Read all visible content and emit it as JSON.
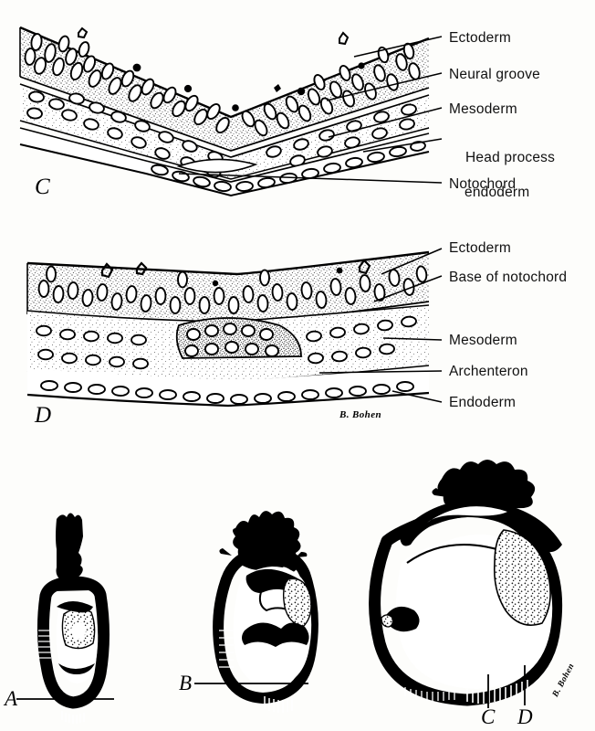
{
  "figure": {
    "type": "scientific-illustration",
    "subject": "Embryonic germ layer sections and whole-mount embryos",
    "background_color": "#fdfdfb",
    "ink_color": "#000000"
  },
  "panels": {
    "section_c": {
      "letter": "C",
      "labels": [
        {
          "id": "ectoderm",
          "text": "Ectoderm",
          "line2": ""
        },
        {
          "id": "neural-groove",
          "text": "Neural groove",
          "line2": ""
        },
        {
          "id": "mesoderm",
          "text": "Mesoderm",
          "line2": ""
        },
        {
          "id": "head-process-endoderm",
          "text": "Head process",
          "line2": "endoderm"
        },
        {
          "id": "notochord",
          "text": "Notochord",
          "line2": ""
        }
      ]
    },
    "section_d": {
      "letter": "D",
      "signature": "B. Bohen",
      "labels": [
        {
          "id": "ectoderm",
          "text": "Ectoderm",
          "line2": ""
        },
        {
          "id": "base-of-notochord",
          "text": "Base of notochord",
          "line2": ""
        },
        {
          "id": "mesoderm",
          "text": "Mesoderm",
          "line2": ""
        },
        {
          "id": "archenteron",
          "text": "Archenteron",
          "line2": ""
        },
        {
          "id": "endoderm",
          "text": "Endoderm",
          "line2": ""
        }
      ]
    },
    "embryo_a": {
      "letter": "A"
    },
    "embryo_b": {
      "letter": "B"
    },
    "embryo_cd": {
      "section_line_c": "C",
      "section_line_d": "D",
      "signature": "B. Bohen"
    }
  }
}
